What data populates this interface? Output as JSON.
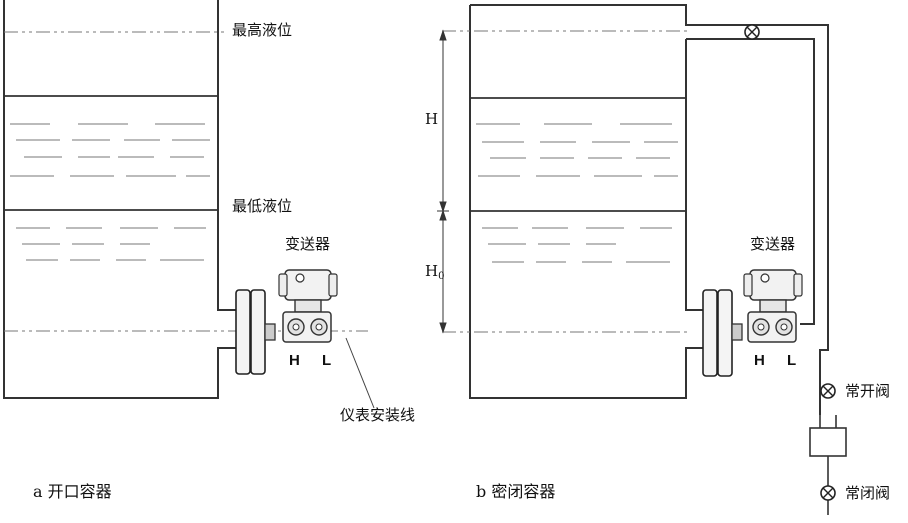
{
  "labels": {
    "max_level": "最高液位",
    "min_level": "最低液位",
    "transmitter_a": "变送器",
    "transmitter_b": "变送器",
    "h_a": "H",
    "l_a": "L",
    "h_b": "H",
    "l_b": "L",
    "install_line": "仪表安装线",
    "dim_h": "H",
    "dim_h0_main": "H",
    "dim_h0_sub": "0",
    "valve_open": "常开阀",
    "valve_closed": "常闭阀"
  },
  "captions": {
    "a": "a  开口容器",
    "b": "b  密闭容器"
  }
}
